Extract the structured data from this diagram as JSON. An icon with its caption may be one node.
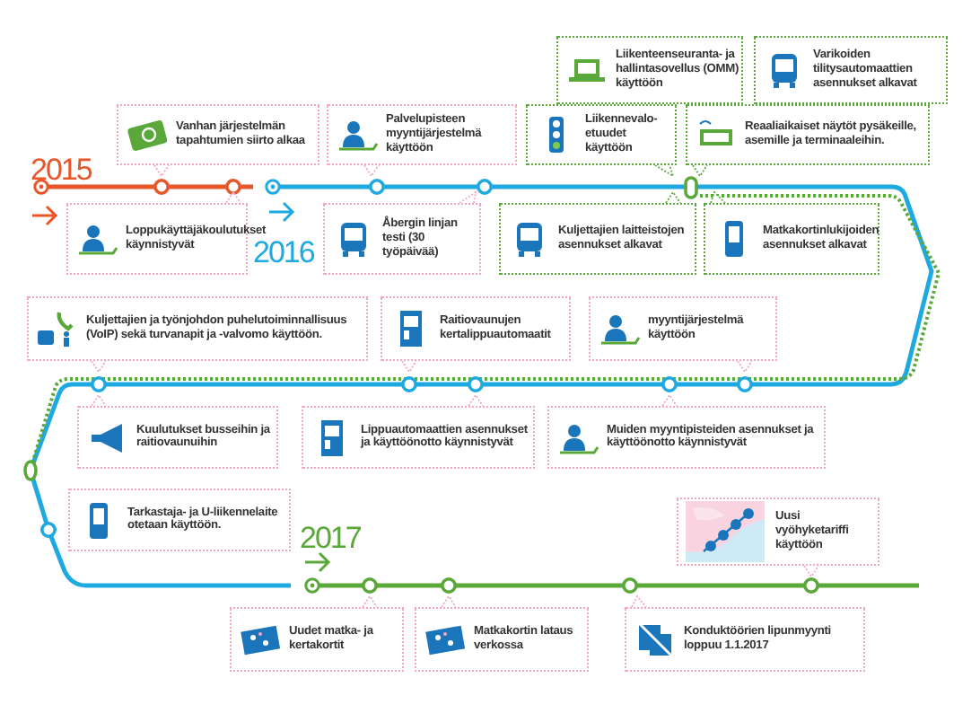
{
  "diagram": {
    "nodes": [
      {
        "text": [
          "Liikenteenseuranta- ja hallintasovellus (OMM) käyttöön"
        ]
      },
      {
        "text": [
          "Varikoiden tilitysautomaattien asennukset alkavat"
        ]
      },
      {
        "text": [
          "Vanhan järjestelmän tapahtumien siirto alkaa"
        ]
      },
      {
        "text": [
          "Palvelupisteen myyntijärjestelmä käyttöön"
        ]
      },
      {
        "text": [
          "Liikennevalo-etuudet käyttöön"
        ]
      },
      {
        "text": [
          "Reaaliaikaiset näytöt pysäkeille, asemille ja terminaaleihin."
        ]
      },
      {
        "text": [
          "Loppukäyttäjäkoulutukset käynnistyvät"
        ]
      },
      {
        "text": [
          "Åbergin linjan testi (30 työpäivää)"
        ]
      },
      {
        "text": [
          "Kuljettajien laitteistojen asennukset alkavat"
        ]
      },
      {
        "text": [
          "Matkakortinlukijoiden asennukset alkavat"
        ]
      },
      {
        "text": [
          "Kuljettajien ja työnjohdon puhelutoiminnallisuus (VoIP) sekä turvanapit ja -valvomo käyttöön."
        ]
      },
      {
        "text": [
          "Raitiovaunujen kertalippuautomaatit"
        ]
      },
      {
        "text": [
          "myyntijärjestelmä käyttöön"
        ]
      },
      {
        "text": [
          "Kuulutukset busseihin ja raitiovaunuihin"
        ]
      },
      {
        "text": [
          "Lippuautomaattien asennukset ja käyttöönotto käynnistyvät"
        ]
      },
      {
        "text": [
          "Muiden myyntipisteiden asennukset ja käyttöönotto käynnistyvät"
        ]
      },
      {
        "text": [
          "Tarkastaja- ja U-liikennelaite otetaan käyttöön."
        ]
      },
      {
        "text": [
          "Uusi vyöhyketariffi käyttöön"
        ]
      },
      {
        "text": [
          "Uudet matka- ja kertakortit"
        ]
      },
      {
        "text": [
          "Matkakortin lataus verkossa"
        ]
      },
      {
        "text": [
          "Konduktöörien lipunmyynti loppuu 1.1.2017"
        ]
      }
    ],
    "labels": [
      "2015",
      "2016",
      "2017"
    ]
  }
}
